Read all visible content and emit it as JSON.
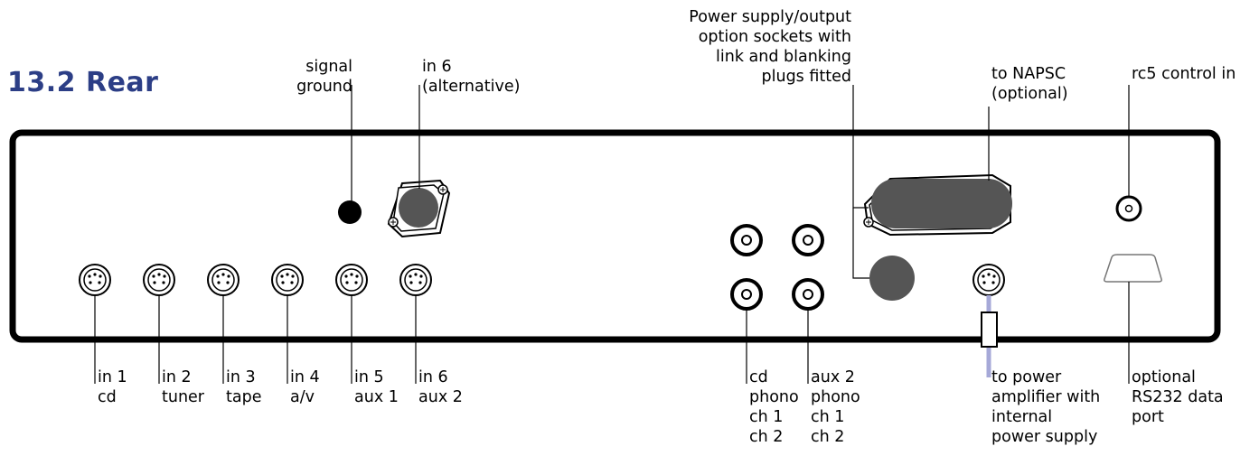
{
  "title": "13.2 Rear",
  "labels": {
    "signal_ground": "signal\nground",
    "in6_alt": "in 6\n(alternative)",
    "power_supply": "Power supply/output\noption sockets with\nlink and blanking\nplugs fitted",
    "napsc": "to NAPSC\n(optional)",
    "rc5": "rc5 control in",
    "in1": "in 1\ncd",
    "in2": "in 2\ntuner",
    "in3": "in 3\ntape",
    "in4": "in 4\na/v",
    "in5": "in 5\naux 1",
    "in6": "in 6\naux 2",
    "cd_phono": "cd\nphono\nch 1\nch 2",
    "aux2_phono": "aux 2\nphono\nch 1\nch 2",
    "power_amp": "to power\namplifier with\ninternal\npower supply",
    "rs232": "optional\nRS232 data\nport"
  },
  "colors": {
    "title": "#2c3e86",
    "socket_fill": "#555555",
    "cable": "#a6a9d8"
  }
}
